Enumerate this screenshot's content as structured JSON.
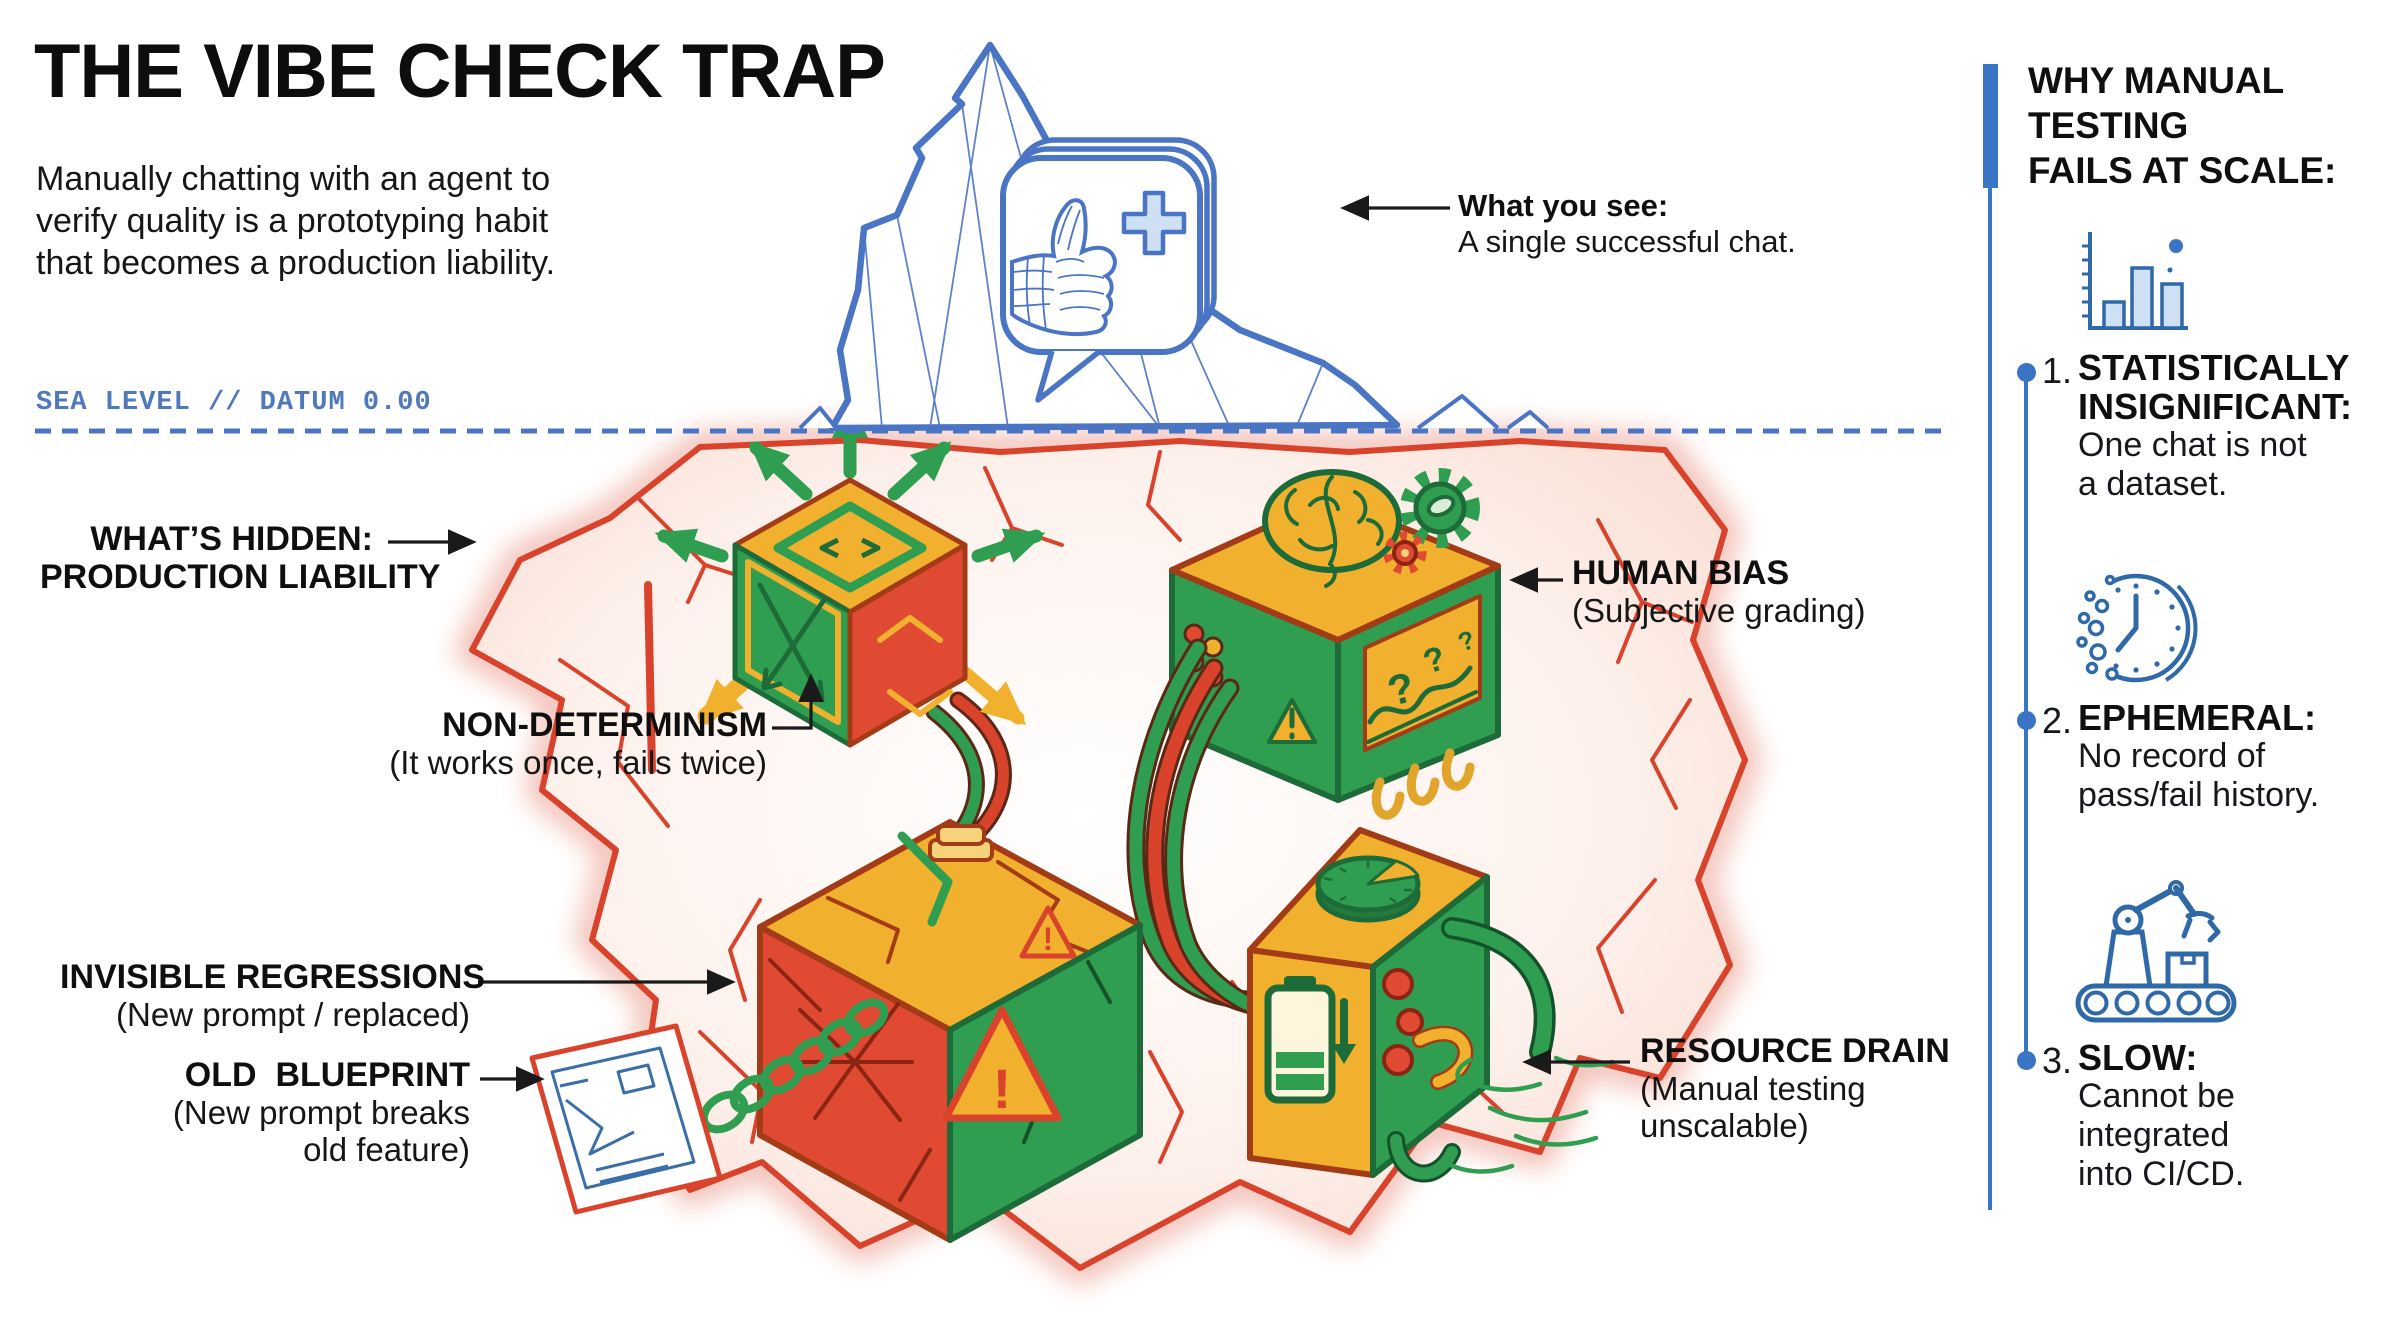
{
  "header": {
    "title": "THE VIBE CHECK TRAP",
    "subtitle_lines": [
      "Manually chatting with an agent to",
      "verify quality is a prototyping habit",
      "that becomes a production liability."
    ],
    "sea_level_label": "SEA LEVEL // DATUM 0.00"
  },
  "above_water": {
    "callout_title": "What you see:",
    "callout_body": "A single successful chat.",
    "bubble_icon": "thumbs-up-chat-bubble"
  },
  "below_water": {
    "hidden_label_lines": [
      "WHAT’S HIDDEN:",
      "PRODUCTION LIABILITY"
    ],
    "callouts": {
      "non_determinism": {
        "title": "NON-DETERMINISM",
        "subtitle": "(It works once, fails twice)"
      },
      "human_bias": {
        "title": "HUMAN BIAS",
        "subtitle": "(Subjective grading)"
      },
      "invisible_regressions": {
        "title": "INVISIBLE REGRESSIONS",
        "subtitle": "(New prompt / replaced)"
      },
      "old_blueprint": {
        "title": "OLD  BLUEPRINT",
        "subtitle_lines": [
          "(New prompt breaks",
          "old feature)"
        ]
      },
      "resource_drain": {
        "title": "RESOURCE DRAIN",
        "subtitle_lines": [
          "(Manual testing",
          "unscalable)"
        ]
      }
    }
  },
  "sidebar": {
    "heading_lines": [
      "WHY MANUAL",
      "TESTING",
      "FAILS AT SCALE:"
    ],
    "items": [
      {
        "number": "1.",
        "icon": "bar-chart-icon",
        "title_lines": [
          "STATISTICALLY",
          "INSIGNIFICANT:"
        ],
        "body_lines": [
          "One chat is not",
          "a dataset."
        ]
      },
      {
        "number": "2.",
        "icon": "clock-icon",
        "title_lines": [
          "EPHEMERAL:"
        ],
        "body_lines": [
          "No record of",
          "pass/fail history."
        ]
      },
      {
        "number": "3.",
        "icon": "robot-arm-icon",
        "title_lines": [
          "SLOW:"
        ],
        "body_lines": [
          "Cannot be",
          "integrated",
          "into CI/CD."
        ]
      }
    ]
  },
  "colors": {
    "accent_blue": "#4a74c4",
    "icon_blue": "#2f69a8",
    "light_blue": "#cfe0f5",
    "danger_red": "#d9432c",
    "machine_yellow": "#f1b02e",
    "machine_green": "#2f9e50",
    "text": "#111111"
  }
}
